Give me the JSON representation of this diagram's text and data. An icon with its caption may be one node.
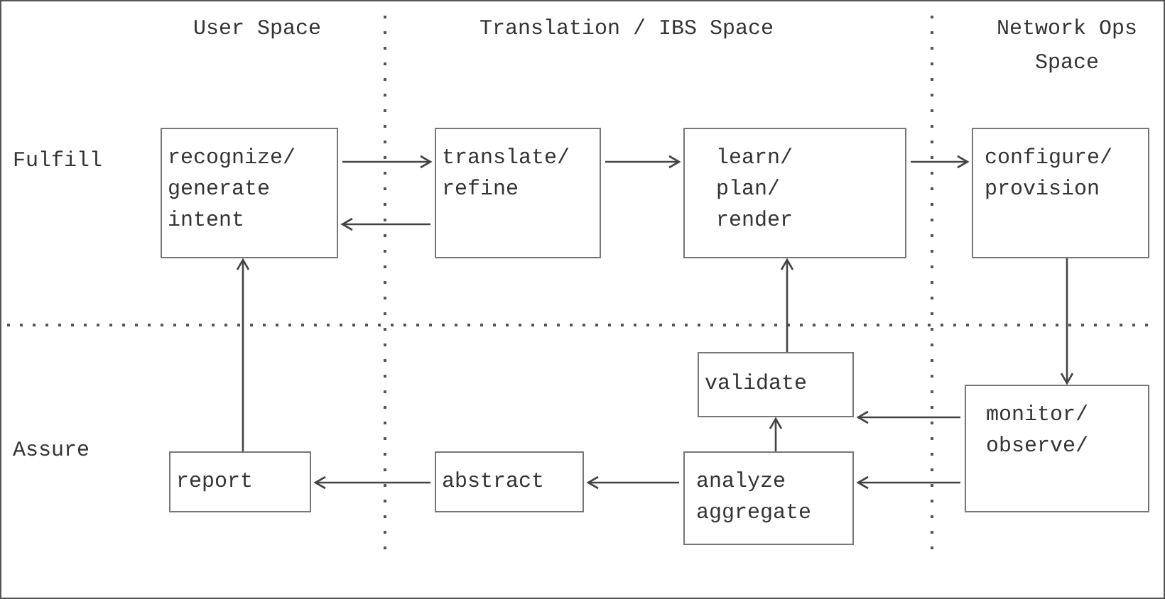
{
  "diagram": {
    "nodes": [
      {
        "text": [
          "recognize/ generate intent"
        ]
      },
      {
        "text": [
          "translate/ refine"
        ]
      },
      {
        "text": [
          "learn/ plan/ render"
        ]
      },
      {
        "text": [
          "configure/ provision"
        ]
      },
      {
        "text": [
          "validate"
        ]
      },
      {
        "text": [
          "monitor/ observe/"
        ]
      },
      {
        "text": [
          "report"
        ]
      },
      {
        "text": [
          "abstract"
        ]
      },
      {
        "text": [
          "analyze aggregate"
        ]
      }
    ],
    "edges": [
      {
        "from": 0,
        "to": 1,
        "arrow": "to"
      },
      {
        "from": 1,
        "to": 0,
        "arrow": "to"
      },
      {
        "from": 1,
        "to": 2,
        "arrow": "to"
      },
      {
        "from": 2,
        "to": 3,
        "arrow": "to"
      },
      {
        "from": 3,
        "to": 5,
        "arrow": "to"
      },
      {
        "from": 5,
        "to": 4,
        "arrow": "to"
      },
      {
        "from": 5,
        "to": 8,
        "arrow": "to"
      },
      {
        "from": 8,
        "to": 7,
        "arrow": "to"
      },
      {
        "from": 7,
        "to": 6,
        "arrow": "to"
      },
      {
        "from": 6,
        "to": 0,
        "arrow": "to"
      },
      {
        "from": 8,
        "to": 4,
        "arrow": "to"
      },
      {
        "from": 4,
        "to": 2,
        "arrow": "to"
      }
    ],
    "labels": [
      "User Space",
      "Translation / IBS Space",
      "Network Ops Space",
      "Fulfill",
      "Assure"
    ]
  }
}
